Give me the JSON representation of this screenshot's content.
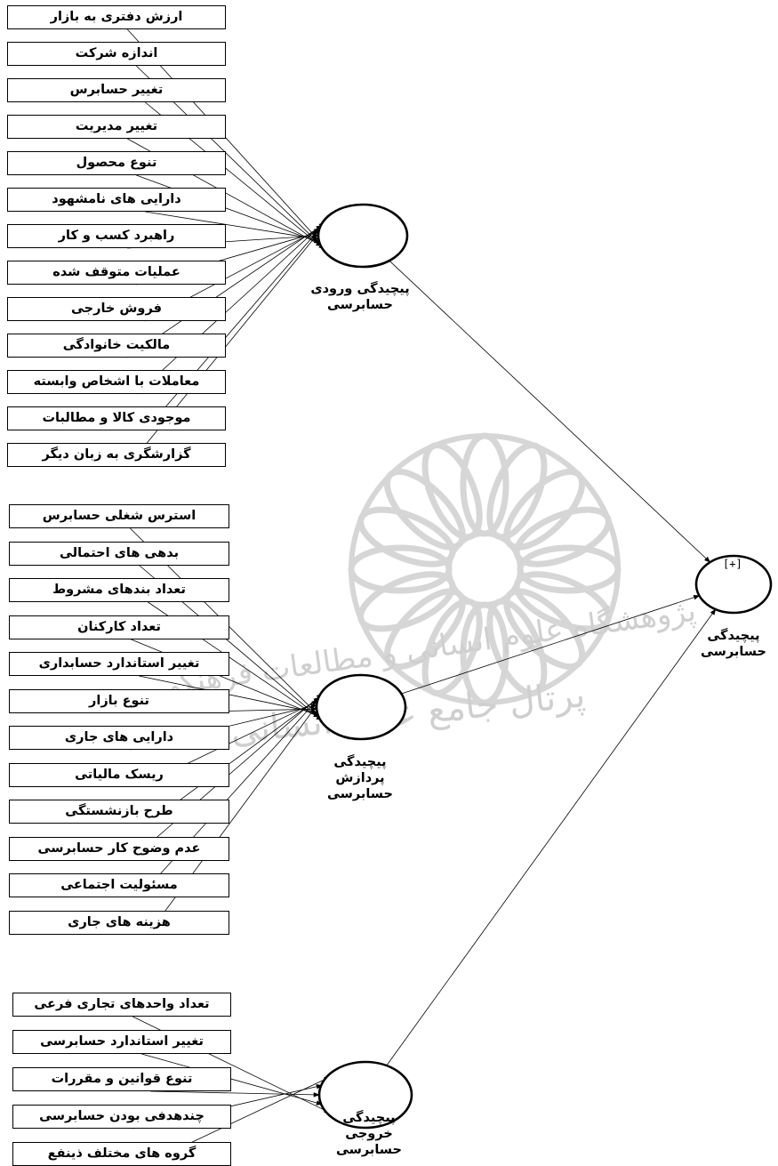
{
  "constructs": {
    "input": {
      "name": "پیچیدگی ورودی حسابرسی",
      "lines": [
        "پیچیدگی ورودی",
        "حسابرسی"
      ],
      "indicators": [
        "ارزش دفتری به بازار",
        "اندازه شرکت",
        "تغییر حسابرس",
        "تغییر مدیریت",
        "تنوع محصول",
        "دارایی های نامشهود",
        "راهبرد کسب و کار",
        "عملیات متوقف شده",
        "فروش خارجی",
        "مالکیت خانوادگی",
        "معاملات با اشخاص وابسته",
        "موجودی کالا و مطالبات",
        "گزارشگری به زبان دیگر"
      ]
    },
    "process": {
      "name": "پیچیدگی پردازش حسابرسی",
      "lines": [
        "پیچیدگی",
        "پردازش",
        "حسابرسی"
      ],
      "indicators": [
        "استرس شغلی حسابرس",
        "بدهی های احتمالی",
        "تعداد بندهای مشروط",
        "تعداد کارکنان",
        "تغییر استاندارد حسابداری",
        "تنوع بازار",
        "دارایی های جاری",
        "ریسک مالیاتی",
        "طرح بازنشستگی",
        "عدم وضوح کار حسابرسی",
        "مسئولیت اجتماعی",
        "هزینه های جاری"
      ]
    },
    "output": {
      "name": "پیچیدگی خروجی حسابرسی",
      "lines": [
        "پیچیدگی",
        "خروجی",
        "حسابرسی"
      ],
      "indicators": [
        "تعداد واحدهای تجاری فرعی",
        "تغییر استاندارد حسابرسی",
        "تنوع قوانین و مقررات",
        "چندهدفی بودن حسابرسی",
        "گروه های مختلف ذینفع"
      ]
    },
    "overall": {
      "name": "پیچیدگی حسابرسی",
      "lines": [
        "پیچیدگی",
        "حسابرسی"
      ],
      "marker": "[+]"
    }
  },
  "watermark": {
    "line1": "پژوهشگاه علوم انسانی و مطالعات فرهنگی",
    "line2": "پرتال جامع علوم انسانی"
  }
}
